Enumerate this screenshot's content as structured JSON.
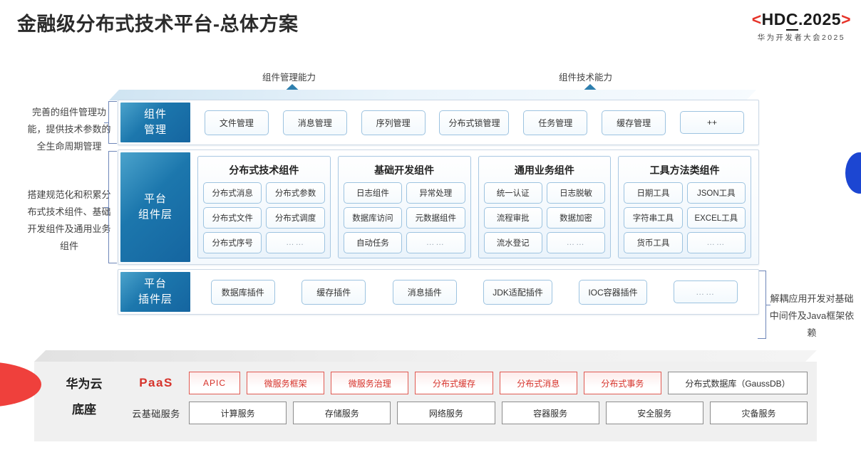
{
  "header": {
    "title": "金融级分布式技术平台-总体方案",
    "logo": {
      "bracket_left": "<",
      "text_before": "HD",
      "text_underlined": "C",
      "text_after": ".2025",
      "bracket_right": ">",
      "subtitle": "华为开发者大会2025",
      "bracket_color": "#e63329"
    }
  },
  "arrows": [
    {
      "caption": "组件管理能力"
    },
    {
      "caption": "组件技术能力"
    }
  ],
  "notes": {
    "left_1": "完善的组件管理功能，提供技术参数的全生命周期管理",
    "left_2": "搭建规范化和积累分布式技术组件、基础开发组件及通用业务组件",
    "right_1": "解耦应用开发对基础中间件及Java框架依赖"
  },
  "rows": {
    "management": {
      "label": "组件\n管理",
      "label_lines": [
        "组件",
        "管理"
      ],
      "chips": [
        "文件管理",
        "消息管理",
        "序列管理",
        "分布式锁管理",
        "任务管理",
        "缓存管理",
        "++"
      ]
    },
    "platform": {
      "label_lines": [
        "平台",
        "组件层"
      ],
      "groups": [
        {
          "title": "分布式技术组件",
          "cells": [
            "分布式消息",
            "分布式参数",
            "分布式文件",
            "分布式调度",
            "分布式序号",
            "……"
          ]
        },
        {
          "title": "基础开发组件",
          "cells": [
            "日志组件",
            "异常处理",
            "数据库访问",
            "元数据组件",
            "自动任务",
            "……"
          ]
        },
        {
          "title": "通用业务组件",
          "cells": [
            "统一认证",
            "日志脱敏",
            "流程审批",
            "数据加密",
            "流水登记",
            "……"
          ]
        },
        {
          "title": "工具方法类组件",
          "cells": [
            "日期工具",
            "JSON工具",
            "字符串工具",
            "EXCEL工具",
            "货币工具",
            "……"
          ]
        }
      ]
    },
    "plugin": {
      "label_lines": [
        "平台",
        "插件层"
      ],
      "chips": [
        "数据库插件",
        "缓存插件",
        "消息插件",
        "JDK适配插件",
        "IOC容器插件",
        "……"
      ]
    }
  },
  "paas": {
    "left_label_lines": [
      "华为云",
      "底座"
    ],
    "paas_tag": "PaaS",
    "cloud_tag": "云基础服务",
    "paas_items": [
      {
        "label": "APIC",
        "style": "red"
      },
      {
        "label": "微服务框架",
        "style": "red"
      },
      {
        "label": "微服务治理",
        "style": "red"
      },
      {
        "label": "分布式缓存",
        "style": "red"
      },
      {
        "label": "分布式消息",
        "style": "red"
      },
      {
        "label": "分布式事务",
        "style": "red"
      },
      {
        "label": "分布式数据库（GaussDB）",
        "style": "gray"
      }
    ],
    "cloud_items": [
      "计算服务",
      "存储服务",
      "网络服务",
      "容器服务",
      "安全服务",
      "灾备服务"
    ]
  },
  "colors": {
    "accent_blue": "#1c77ad",
    "accent_red": "#d6332b",
    "panel_gray": "#f0f0f0",
    "decor_blue": "#1c46d2",
    "decor_red": "#ef403c"
  }
}
